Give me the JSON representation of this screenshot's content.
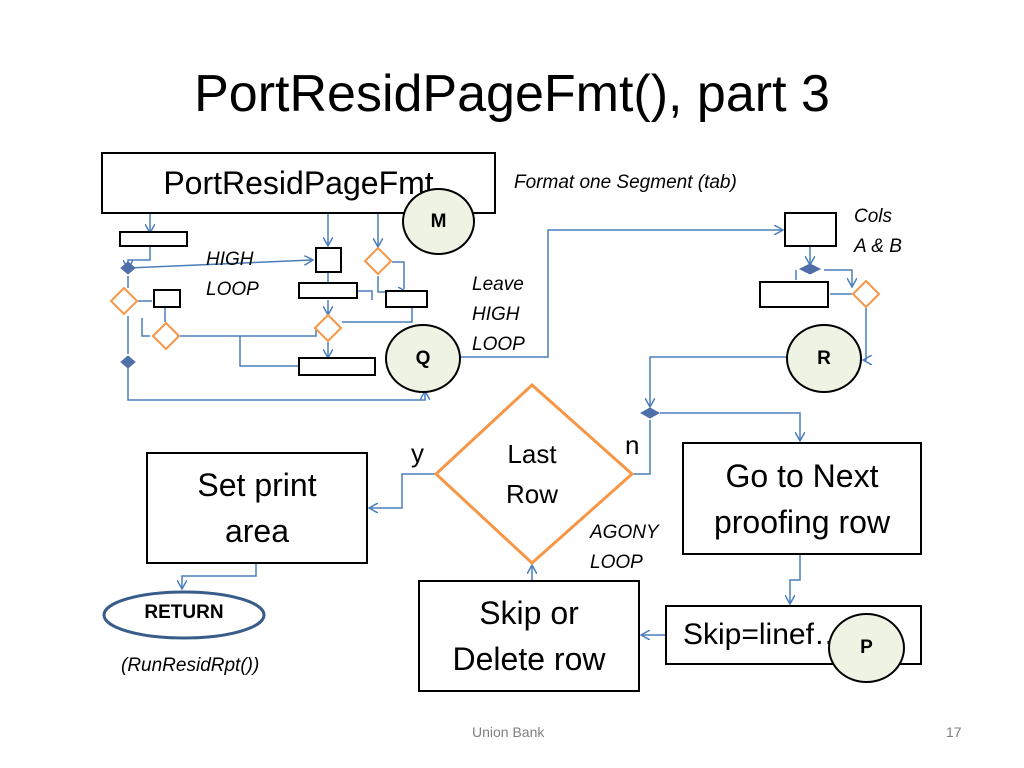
{
  "slide": {
    "title": "PortResidPageFmt(), part 3",
    "footer_left": "Union Bank",
    "page_number": "17"
  },
  "colors": {
    "connector": "#4a7ebb",
    "decision_orange": "#f79646",
    "junction_fill": "#4f6fa8",
    "connector_circle_fill": "#eef3e3",
    "return_border": "#385d8a"
  },
  "diagram": {
    "header_box": "PortResidPageFmt",
    "format_note": "Format one Segment (tab)",
    "high_loop_label": "HIGH\nLOOP",
    "leave_high_loop_label": "Leave\nHIGH\nLOOP",
    "cols_label": "Cols\nA & B",
    "connectors": {
      "m": "M",
      "q": "Q",
      "r": "R",
      "p": "P"
    },
    "decision_last_row": "Last\nRow",
    "branch_yes": "y",
    "branch_no": "n",
    "set_print_area": "Set print\narea",
    "return_label": "RETURN",
    "return_caller": "(RunResidRpt())",
    "go_next_row": "Go to Next\nproofing row",
    "agony_loop_label": "AGONY\nLOOP",
    "skip_or_delete": "Skip or\nDelete row",
    "skip_lineformula": "Skip=linef…)"
  }
}
